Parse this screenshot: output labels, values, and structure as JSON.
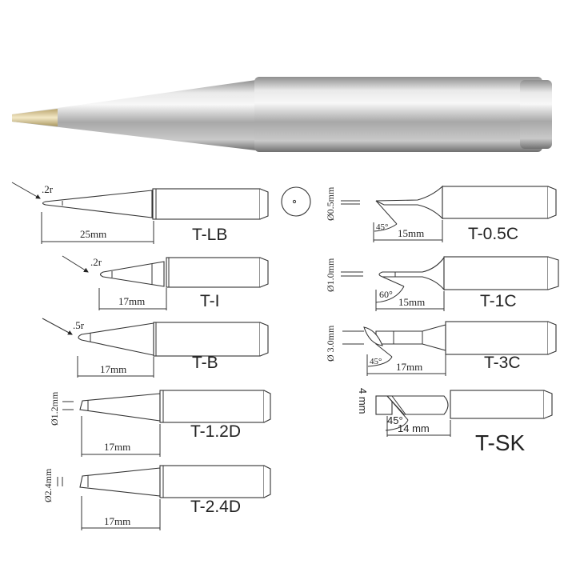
{
  "title": "Soldering tip types",
  "tips": [
    {
      "model": "T-LB",
      "tip_radius": ".2r",
      "length": "25mm"
    },
    {
      "model": "T-I",
      "tip_radius": ".2r",
      "length": "17mm"
    },
    {
      "model": "T-B",
      "tip_radius": ".5r",
      "length": "17mm"
    },
    {
      "model": "T-1.2D",
      "diameter": "Ø1.2mm",
      "length": "17mm"
    },
    {
      "model": "T-2.4D",
      "diameter": "Ø2.4mm",
      "length": "17mm"
    },
    {
      "model": "T-0.5C",
      "diameter": "Ø0.5mm",
      "angle": "45°",
      "length": "15mm"
    },
    {
      "model": "T-1C",
      "diameter": "Ø1.0mm",
      "angle": "60°",
      "length": "15mm"
    },
    {
      "model": "T-3C",
      "diameter": "Ø 3.0mm",
      "angle": "45°",
      "length": "17mm"
    },
    {
      "model": "T-SK",
      "diameter": "4 mm",
      "angle": "45°",
      "length": "14 mm"
    }
  ],
  "colors": {
    "line": "#333333",
    "metal": "#b9b9b9",
    "gold": "#d8c79a"
  }
}
